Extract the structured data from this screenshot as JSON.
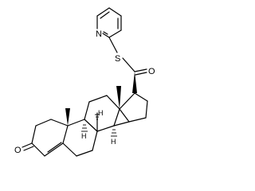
{
  "molecule": {
    "atoms": {
      "pyridine_n": "N",
      "thioester_s": "S",
      "carbonyl_o": "O",
      "ketone_o": "O",
      "h_c8": "H",
      "h_c9": "H",
      "h_c14": "H"
    }
  }
}
